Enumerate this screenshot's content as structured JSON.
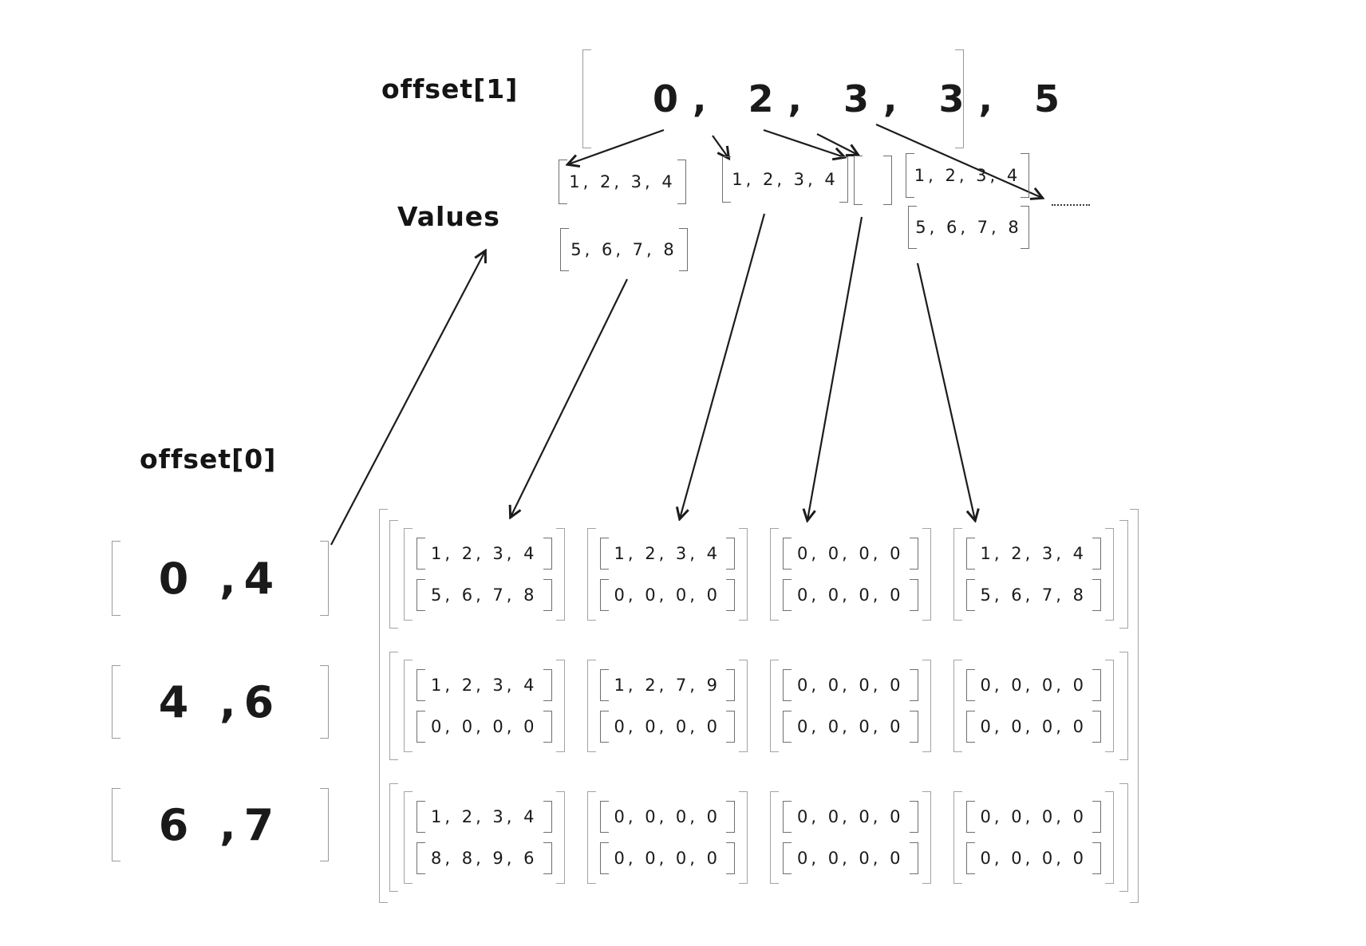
{
  "colors": {
    "ink": "#1a1a1a",
    "bracket": "#9a9a9a"
  },
  "offset1": {
    "label": "offset[1]",
    "values": "0, 2, 3, 3, 5"
  },
  "values_row": {
    "label": "Values",
    "blocks": [
      {
        "rows": [
          "1, 2, 3, 4",
          "5, 6, 7, 8"
        ]
      },
      {
        "rows": [
          "1, 2, 3, 4"
        ]
      },
      {
        "rows": [
          ""
        ]
      },
      {
        "rows": [
          "1, 2, 3, 4",
          "5, 6, 7, 8"
        ]
      }
    ]
  },
  "offset0": {
    "label": "offset[0]",
    "entries": [
      "0 ,4",
      "4 ,6",
      "6 ,7"
    ]
  },
  "grid": {
    "rows": [
      [
        [
          "1, 2, 3, 4",
          "5, 6, 7, 8"
        ],
        [
          "1, 2, 3, 4",
          "0, 0, 0, 0"
        ],
        [
          "0, 0, 0, 0",
          "0, 0, 0, 0"
        ],
        [
          "1, 2, 3, 4",
          "5, 6, 7, 8"
        ]
      ],
      [
        [
          "1, 2, 3, 4",
          "0, 0, 0, 0"
        ],
        [
          "1, 2, 7, 9",
          "0, 0, 0, 0"
        ],
        [
          "0, 0, 0, 0",
          "0, 0, 0, 0"
        ],
        [
          "0, 0, 0, 0",
          "0, 0, 0, 0"
        ]
      ],
      [
        [
          "1, 2, 3, 4",
          "8, 8, 9, 6"
        ],
        [
          "0, 0, 0, 0",
          "0, 0, 0, 0"
        ],
        [
          "0, 0, 0, 0",
          "0, 0, 0, 0"
        ],
        [
          "0, 0, 0, 0",
          "0, 0, 0, 0"
        ]
      ]
    ]
  }
}
